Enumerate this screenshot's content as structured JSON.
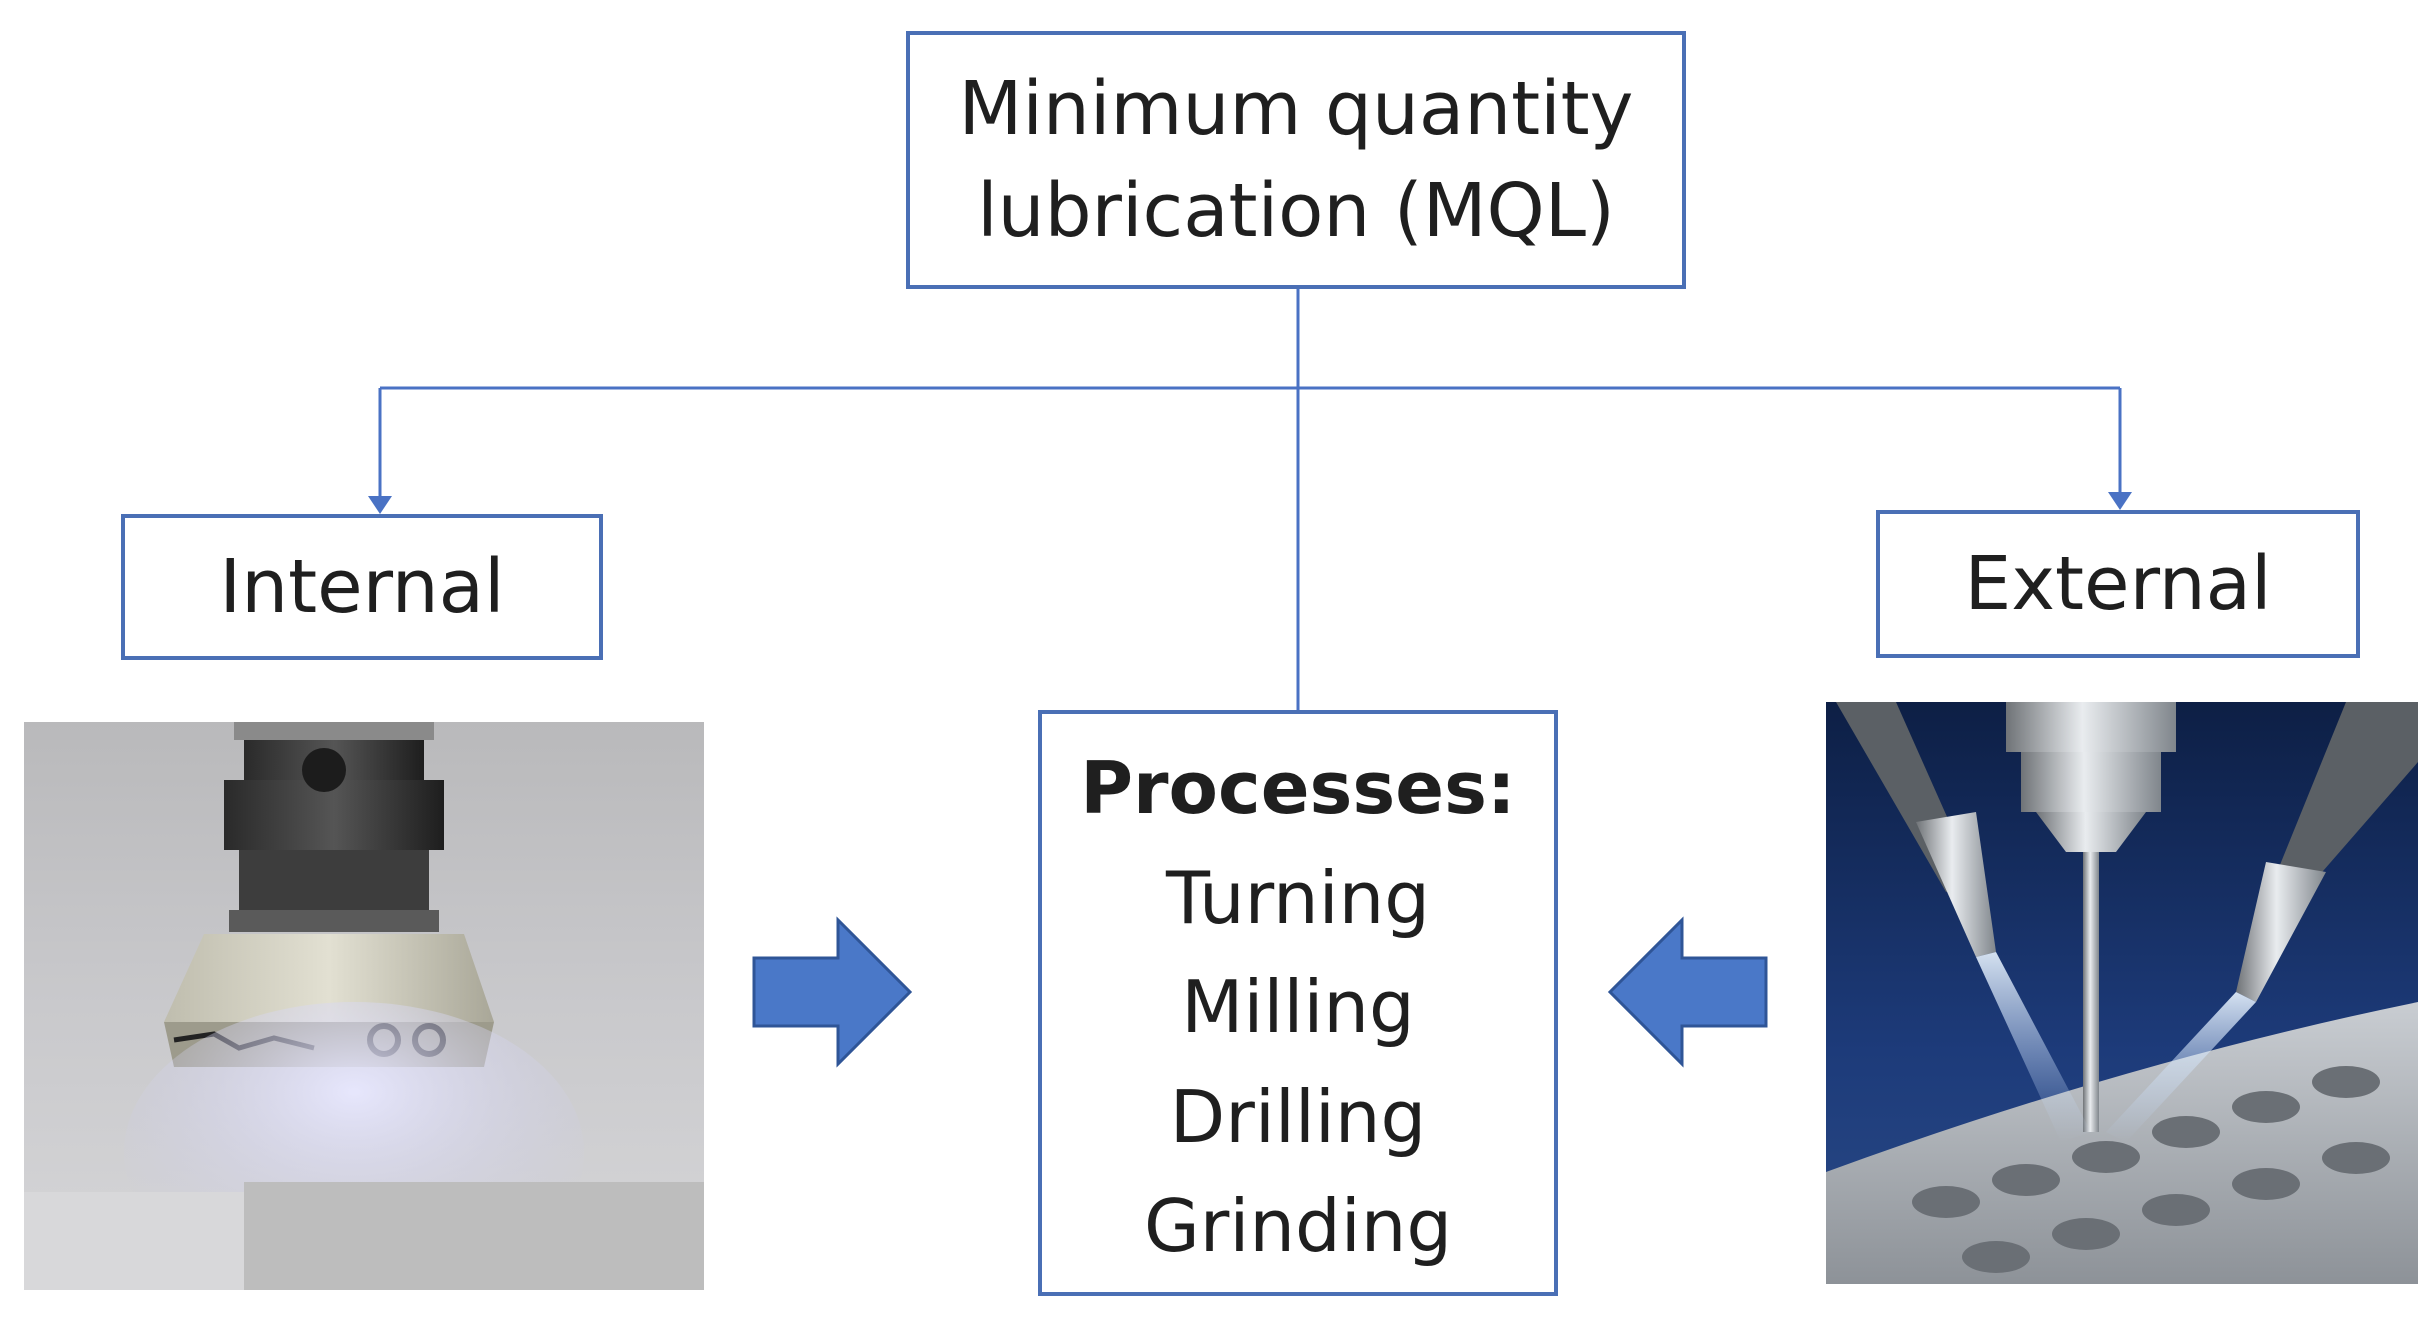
{
  "root": {
    "line1": "Minimum quantity",
    "line2": "lubrication (MQL)"
  },
  "internal": {
    "label": "Internal",
    "photo": "internal-mql-milling-tool-photo"
  },
  "external": {
    "label": "External",
    "photo": "external-mql-nozzle-spray-photo"
  },
  "processes": {
    "heading": "Processes:",
    "items": [
      "Turning",
      "Milling",
      "Drilling",
      "Grinding"
    ]
  },
  "colors": {
    "connector": "#4a72c4",
    "box_border": "#4a6fb5",
    "arrow_fill": "#4a78c8",
    "arrow_stroke": "#2f5597"
  }
}
